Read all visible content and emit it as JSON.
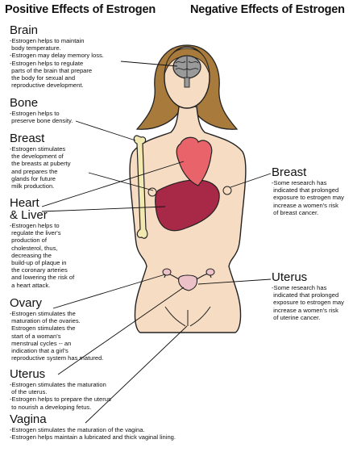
{
  "titles": {
    "positive": "Positive Effects of Estrogen",
    "negative": "Negative Effects of Estrogen"
  },
  "positive": {
    "brain": {
      "heading": "Brain",
      "text": "-Estrogen helps to maintain\n body temperature.\n-Estrogen may delay memory loss.\n-Estrogen helps to regulate\n parts of the brain that prepare\n the body for sexual and\n reproductive development."
    },
    "bone": {
      "heading": "Bone",
      "text": "-Estrogen helps to\n preserve bone density."
    },
    "breast": {
      "heading": "Breast",
      "text": "-Estrogen stimulates\n the development of\n the breasts at puberty\n and prepares the\n glands for future\n milk production."
    },
    "heart_liver": {
      "heading_1": "Heart",
      "heading_2": "& Liver",
      "text": "-Estrogen helps to\n regulate the liver's\n production of\n cholesterol, thus,\n decreasing the\n build-up of plaque in\n the coronary arteries\n and lowering the risk of\n a heart attack."
    },
    "ovary": {
      "heading": "Ovary",
      "text": "-Estrogen stimulates the\n maturation of the ovaries.\n Estrogen stimulates the\n start of a woman's\n menstrual cycles -- an\n indication that a girl's\n reproductive system has matured."
    },
    "uterus": {
      "heading": "Uterus",
      "text": "-Estrogen stimulates the maturation\n of the uterus.\n-Estrogen helps to prepare the uterus\n to nourish a developing fetus."
    },
    "vagina": {
      "heading": "Vagina",
      "text": "-Estrogen stimulates the maturation of the vagina.\n-Estrogen helps maintain a lubricated and thick vaginal lining."
    }
  },
  "negative": {
    "breast": {
      "heading": "Breast",
      "text": "-Some research has\n indicated that prolonged\n exposure to estrogen may\n increase a women's risk\n of breast cancer."
    },
    "uterus": {
      "heading": "Uterus",
      "text": "-Some research has\n indicated that prolonged\n exposure to estrogen may\n increase a women's risk\n of uterine cancer."
    }
  },
  "colors": {
    "skin": "#f6dcc2",
    "hair": "#a87a3c",
    "heart": "#e8636a",
    "liver": "#a82848",
    "brain": "#9a9a9a",
    "bone": "#f2e9b0",
    "uterus": "#ecc1c8"
  }
}
